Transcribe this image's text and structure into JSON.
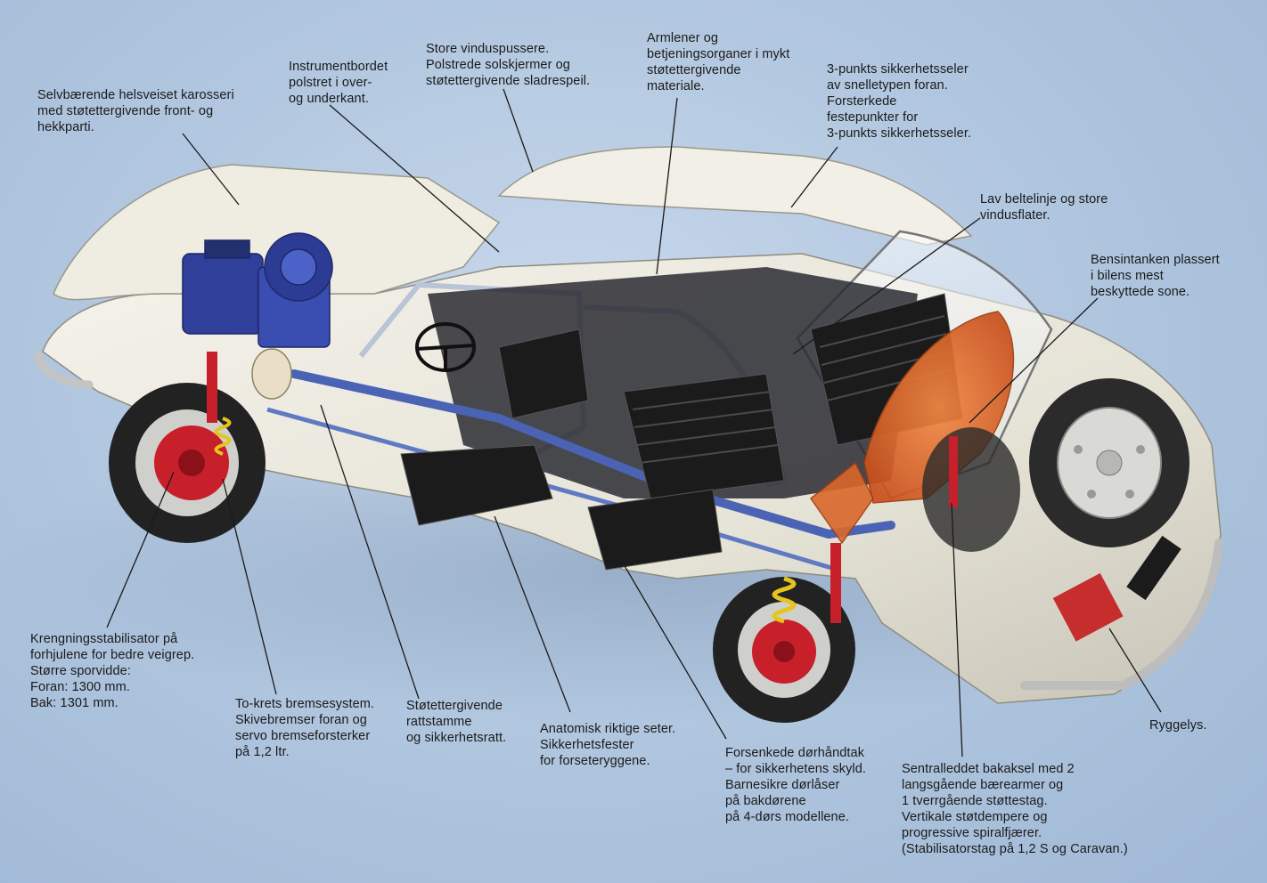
{
  "callouts": {
    "karosseri": "Selvbærende helsveiset karosseri\nmed støtettergivende front- og\nhekkparti.",
    "instrumentbordet": "Instrumentbordet\npolstret i over-\nog underkant.",
    "vinduspussere": "Store vinduspussere.\nPolstrede solskjermer og\nstøtettergivende sladrespeil.",
    "armlener": "Armlener og\nbetjeningsorganer i mykt\nstøtettergivende\nmateriale.",
    "sikkerhetsseler": "3-punkts sikkerhetsseler\nav snelletypen foran.\nForsterkede\nfestepunkter for\n3-punkts sikkerhetsseler.",
    "beltelinje": "Lav beltelinje og store\nvindusflater.",
    "bensintanken": "Bensintanken plassert\ni bilens mest\nbeskyttede sone.",
    "krengning": "Krengningsstabilisator på\nforhjulene for bedre veigrep.\nStørre sporvidde:\nForan: 1300 mm.\nBak:    1301 mm.",
    "bremsesystem": "To-krets bremsesystem.\nSkivebremser foran og\nservo bremseforsterker\npå 1,2 ltr.",
    "rattstamme": "Støtettergivende\nrattstamme\nog sikkerhetsratt.",
    "seter": "Anatomisk riktige seter.\nSikkerhetsfester\nfor forseteryggene.",
    "dorhandtak": "Forsenkede dørhåndtak\n– for sikkerhetens skyld.\nBarnesikre dørlåser\npå bakdørene\npå 4-dørs modellene.",
    "bakaksel": "Sentralleddet bakaksel med 2\nlangsgående bærearmer og\n1 tverrgående støttestag.\nVertikale støtdempere og\nprogressive spiralfjærer.\n(Stabilisatorstag på 1,2 S og Caravan.)",
    "ryggelys": "Ryggelys."
  },
  "colors": {
    "body": "#e9e6da",
    "body_shade": "#c9c6bb",
    "engine": "#2f3f9a",
    "brake": "#c8202a",
    "fuel_tank": "#e2682a",
    "seat": "#1b1b1b",
    "tire": "#222222",
    "frame": "#4a63b4"
  }
}
